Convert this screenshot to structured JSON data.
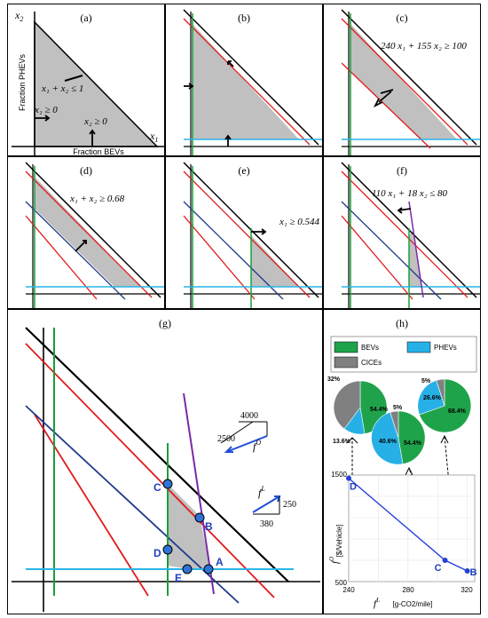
{
  "panels": {
    "a": {
      "label": "(a)",
      "x1": "x",
      "x2": "x",
      "sub1": "1",
      "sub2": "2",
      "ylabel": "Fraction PHEVs",
      "xlabel": "Fraction BEVs",
      "c_sum": "x₁ + x₂ ≤ 1",
      "c_x1": "x₁ ≥ 0",
      "c_x2": "x₂ ≥ 0"
    },
    "b": {
      "label": "(b)"
    },
    "c": {
      "label": "(c)",
      "constraint": "240 x₁ + 155 x₂ ≥ 100"
    },
    "d": {
      "label": "(d)",
      "constraint": "x₁ + x₂ ≥ 0.68"
    },
    "e": {
      "label": "(e)",
      "constraint": "x₁ ≥ 0.544"
    },
    "f": {
      "label": "(f)",
      "constraint": "110 x₁ + 18 x₂ ≤ 80"
    },
    "g": {
      "label": "(g)",
      "points": [
        "C",
        "B",
        "D",
        "E",
        "A"
      ],
      "dir_fO": {
        "a": "4000",
        "b": "2500",
        "name": "f",
        "sup": "O"
      },
      "dir_fL": {
        "a": "250",
        "b": "380",
        "name": "f",
        "sup": "L"
      }
    },
    "h": {
      "label": "(h)",
      "legend": [
        "BEVs",
        "PHEVs",
        "CICEs"
      ],
      "pies": [
        {
          "bev": "54.4%",
          "phev": "13.6%",
          "cice": "32%"
        },
        {
          "bev": "54.4%",
          "phev": "40.6%",
          "cice": "5%"
        },
        {
          "bev": "68.4%",
          "phev": "26.6%",
          "cice": "5%"
        }
      ],
      "ylabel": "[$/Vehicle]",
      "ysym": "f",
      "ysup": "O",
      "xlabel": "[g-CO2/mile]",
      "xsym": "f",
      "xsup": "L",
      "yticks": [
        "1500",
        "500"
      ],
      "xticks": [
        "240",
        "280",
        "320"
      ],
      "points": [
        "D",
        "C",
        "B"
      ]
    }
  },
  "chart_data": {
    "type": "line",
    "title": "",
    "xlabel": "[g-CO2/mile]",
    "ylabel": "[$/Vehicle]",
    "xlim": [
      240,
      325
    ],
    "ylim": [
      500,
      1500
    ],
    "series": [
      {
        "x": [
          240,
          305,
          320
        ],
        "y": [
          1470,
          700,
          600
        ],
        "labels": [
          "D",
          "C",
          "B"
        ]
      }
    ]
  },
  "colors": {
    "green": "#1a9e3a",
    "cyan": "#29b6e8",
    "red": "#e01b1b",
    "navy": "#1f3a8a",
    "purple": "#7a2aa8",
    "gray": "#c0c0c0",
    "bev": "#1fa34a",
    "phev": "#27b0e6",
    "cice": "#808080",
    "point": "#2f73d8"
  }
}
